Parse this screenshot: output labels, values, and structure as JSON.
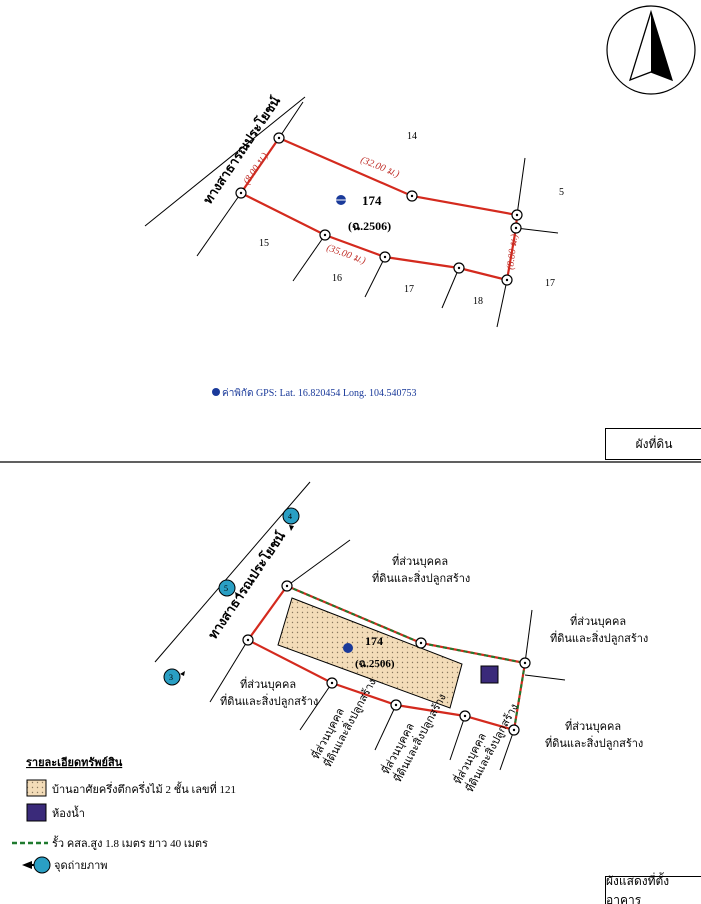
{
  "land_plan": {
    "title": "ผังที่ดิน",
    "road_label": "ทางสาธารณประโยชน์",
    "parcel_number": "174",
    "parcel_code": "(ฉ.2506)",
    "dimensions": [
      "(8.00 ม.)",
      "(32.00 ม.)",
      "(35.00 ม.)",
      "(8.00 ม.)"
    ],
    "neighbors": [
      "14",
      "5",
      "15",
      "16",
      "17",
      "18",
      "17"
    ],
    "gps_text": "ค่าพิกัด GPS:  Lat. 16.820454  Long.  104.540753"
  },
  "building_plan": {
    "title": "ผังแสดงที่ตั้งอาคาร",
    "road_label": "ทางสาธารณประโยชน์",
    "parcel_number": "174",
    "parcel_code": "(ฉ.2506)",
    "neighbor_line1": "ที่ส่วนบุคคล",
    "neighbor_line2": "ที่ดินและสิ่งปลูกสร้าง",
    "photo_points": [
      "4",
      "5",
      "3"
    ]
  },
  "legend": {
    "title": "รายละเอียดทรัพย์สิน",
    "items": [
      {
        "label": "บ้านอาศัยครึ่งตึกครึ่งไม้ 2 ชั้น เลขที่ 121",
        "color": "#f3dcb8"
      },
      {
        "label": "ห้องน้ำ",
        "color": "#3a2a7a"
      },
      {
        "label": "รั้ว คสล.สูง 1.8 เมตร ยาว 40 เมตร",
        "color": "#1f7a2e"
      },
      {
        "label": "จุดถ่ายภาพ",
        "color": "#2a9fc4"
      }
    ]
  },
  "colors": {
    "boundary": "#d42a1e",
    "dimension": "#c0302a",
    "gps": "#1a3a9a"
  }
}
